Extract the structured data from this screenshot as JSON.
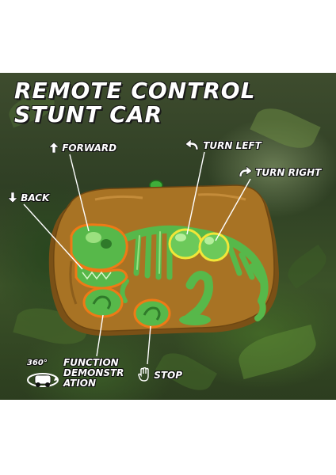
{
  "title": {
    "line1": "REMOTE CONTROL",
    "line2": "STUNT CAR"
  },
  "labels": {
    "forward": "FORWARD",
    "back": "BACK",
    "turn_left": "TURN LEFT",
    "turn_right": "TURN RIGHT",
    "function_demo": "FUNCTION DEMONSTR ATION",
    "stop": "STOP",
    "rotation": "360°"
  },
  "icons": {
    "forward": "arrow-up-icon",
    "back": "arrow-down-icon",
    "turn_left": "curved-arrow-left-icon",
    "turn_right": "curved-arrow-right-icon",
    "stop": "hand-icon",
    "function_demo": "rotating-car-icon"
  },
  "colors": {
    "remote_body": "#a87324",
    "remote_dark": "#7a5016",
    "bone_green": "#57b84a",
    "bone_light": "#9be07f",
    "button_outline": "#ee7a16",
    "highlight_yellow": "#f2e638",
    "line": "#ffffff"
  }
}
